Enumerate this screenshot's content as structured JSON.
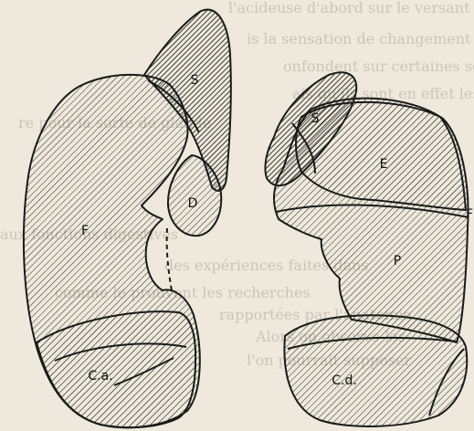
{
  "figure": {
    "background_color": "#eee9dc",
    "ink_color": "#1a1a1a",
    "hatch_light_color": "#2a2a2a",
    "hatch_dark_color": "#111111",
    "labels": {
      "left_S": "S",
      "left_D": "D",
      "left_F": "F",
      "left_Ca": "C.a.",
      "right_S": "S",
      "right_E": "E",
      "right_F": "F",
      "right_P": "P",
      "right_Cd": "C.d."
    },
    "background_text": [
      "l'acideuse d'abord sur le versant interne",
      "is la sensation de changement arrivée",
      "onfondent sur certaines sections",
      "ais qu'ils sont en effet les",
      "re pour la sorte de glande",
      "aux fonctions digestives",
      "des expériences faites dans",
      "comme le prouvent les recherches",
      "rapportées par l'anatomie",
      "Alors on observe les",
      "l'on pourrait supposer"
    ]
  }
}
